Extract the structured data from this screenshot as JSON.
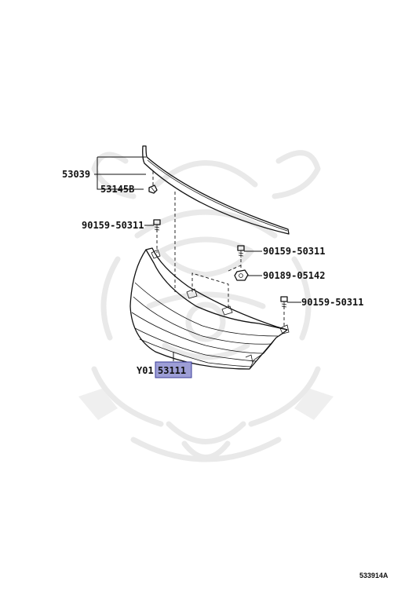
{
  "parts": {
    "molding_assy": "53039",
    "molding_clip": "53145B",
    "screw_left": "90159-50311",
    "screw_right_top": "90159-50311",
    "nut_right": "90189-05142",
    "screw_right": "90159-50311",
    "grille_prefix": "Y01",
    "grille": "53111"
  },
  "figure_id": "533914A",
  "colors": {
    "highlight_fill": "#9d9ed6",
    "highlight_stroke": "#3c3f9a",
    "line": "#111111",
    "watermark": "#e9e9e9"
  }
}
